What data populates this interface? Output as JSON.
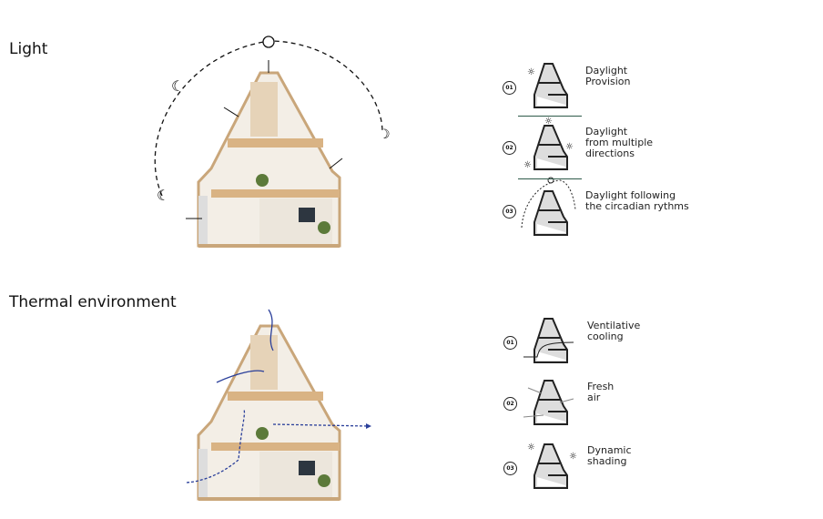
{
  "sections": {
    "light": {
      "title": "Light",
      "items": [
        {
          "number": "01",
          "label": "Daylight\nProvision"
        },
        {
          "number": "02",
          "label": "Daylight\nfrom multiple\ndirections"
        },
        {
          "number": "03",
          "label": "Daylight following\nthe circadian rythms"
        }
      ]
    },
    "thermal": {
      "title": "Thermal environment",
      "items": [
        {
          "number": "01",
          "label": "Ventilative\ncooling"
        },
        {
          "number": "02",
          "label": "Fresh\nair"
        },
        {
          "number": "03",
          "label": "Dynamic\nshading"
        }
      ]
    }
  },
  "colors": {
    "wood": "#e8c9a0",
    "wall": "#f1ede6",
    "airflow": "#2a3f9a",
    "rule": "#2e5a4a"
  }
}
